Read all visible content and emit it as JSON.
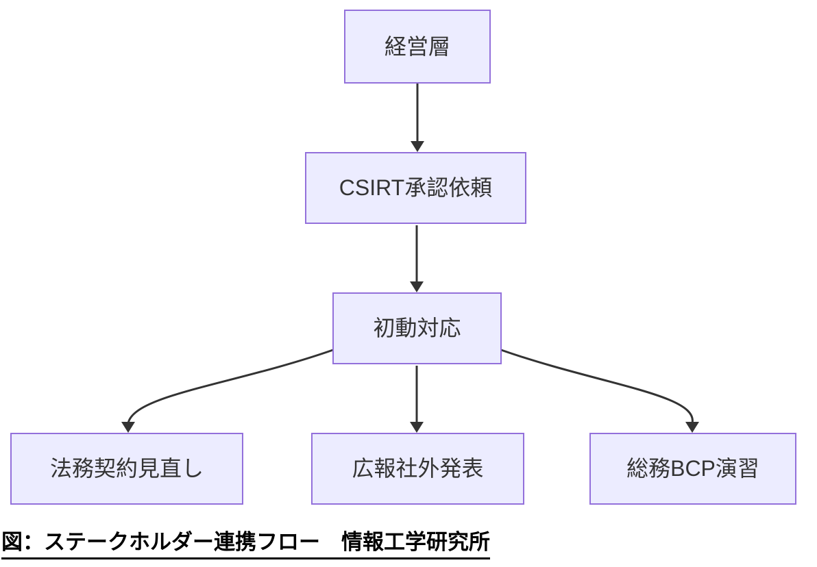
{
  "diagram": {
    "type": "flowchart",
    "direction": "top-down",
    "nodes": [
      {
        "id": "management",
        "label": "経営層"
      },
      {
        "id": "csirt",
        "label": "CSIRT承認依頼"
      },
      {
        "id": "initial",
        "label": "初動対応"
      },
      {
        "id": "legal",
        "label": "法務契約見直し"
      },
      {
        "id": "pr",
        "label": "広報社外発表"
      },
      {
        "id": "soumu",
        "label": "総務BCP演習"
      }
    ],
    "edges": [
      {
        "from": "management",
        "to": "csirt",
        "style": "arrow"
      },
      {
        "from": "csirt",
        "to": "initial",
        "style": "arrow"
      },
      {
        "from": "initial",
        "to": "legal",
        "style": "arrow"
      },
      {
        "from": "initial",
        "to": "pr",
        "style": "arrow"
      },
      {
        "from": "initial",
        "to": "soumu",
        "style": "arrow"
      }
    ],
    "colors": {
      "node_fill": "#ECECFF",
      "node_border": "#9370DB",
      "node_text": "#333333",
      "edge_stroke": "#333333",
      "background": "#FFFFFF",
      "caption_text": "#000000"
    }
  },
  "caption": {
    "text": "図：ステークホルダー連携フロー　情報工学研究所"
  }
}
